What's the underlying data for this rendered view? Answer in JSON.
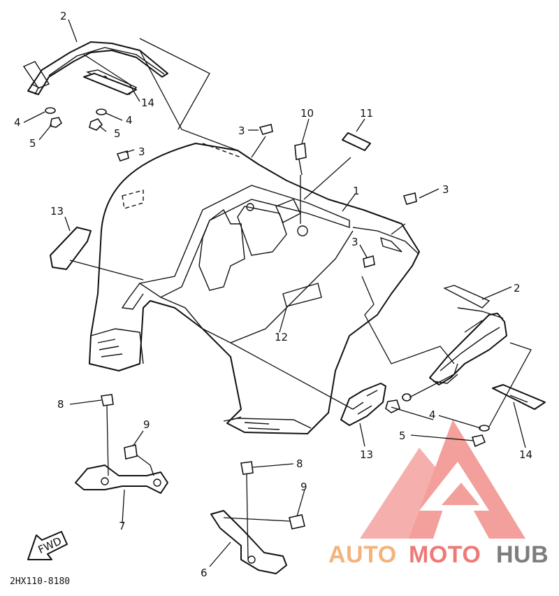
{
  "diagram": {
    "callouts": {
      "c2_top": "2",
      "c14_top": "14",
      "c4_left": "4",
      "c5_left": "5",
      "c4_mid": "4",
      "c5_mid": "5",
      "c3_a": "3",
      "c3_b": "3",
      "c3_c": "3",
      "c3_d": "3",
      "c10": "10",
      "c11": "11",
      "c1": "1",
      "c13_left": "13",
      "c12": "12",
      "c2_right": "2",
      "c4_right": "4",
      "c5_right": "5",
      "c14_right": "14",
      "c13_bottom": "13",
      "c8_left": "8",
      "c9_left": "9",
      "c7": "7",
      "c8_bottom": "8",
      "c9_bottom": "9",
      "c6": "6"
    },
    "fwd_label": "FWD",
    "drawing_code": "2HX110-8180"
  },
  "watermark": {
    "part1": "AUTO",
    "part2": "MOTO",
    "part3": "HUB",
    "color_orange": "#f3b37a",
    "color_red": "#ee7a78",
    "color_gray": "#7d7d7d",
    "logo_color": "#f28f8a"
  }
}
